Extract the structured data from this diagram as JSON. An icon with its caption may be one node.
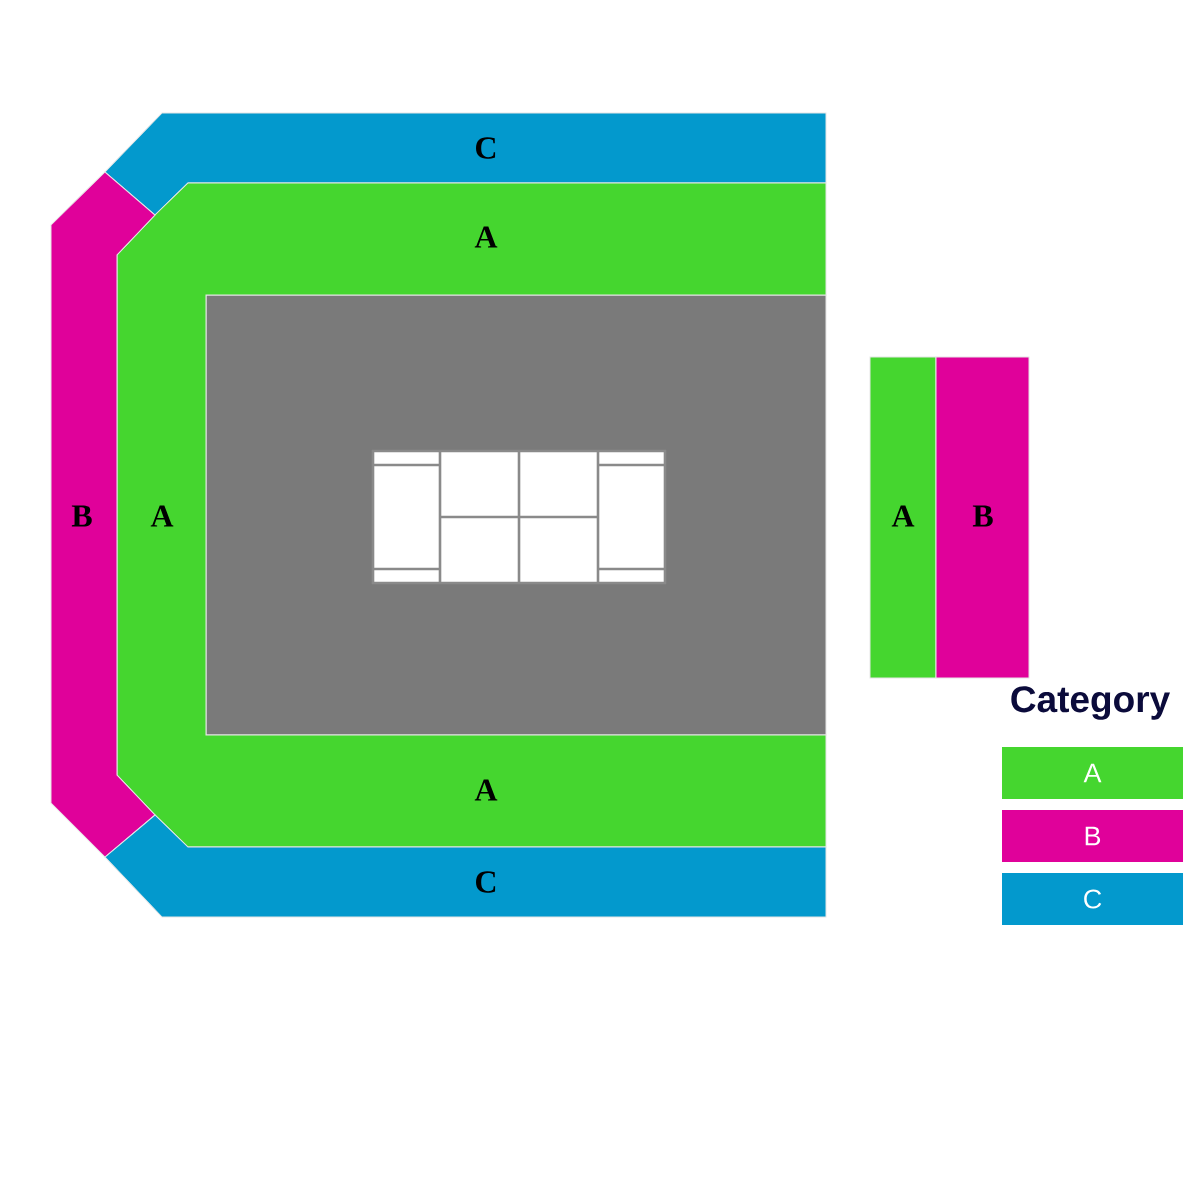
{
  "diagram": {
    "nodes": [
      {
        "text": [
          "C"
        ]
      },
      {
        "text": [
          "A",
          "A",
          "A"
        ]
      },
      {
        "text": [
          "B"
        ]
      },
      {
        "text": [
          "A"
        ]
      },
      {
        "text": [
          "B"
        ]
      },
      {
        "text": [
          "C"
        ]
      }
    ],
    "labels": [
      "Category"
    ],
    "legend": [
      {
        "text": "A",
        "color": "#45d62f"
      },
      {
        "text": "B",
        "color": "#e0019a"
      },
      {
        "text": "C",
        "color": "#0399cd"
      }
    ]
  }
}
